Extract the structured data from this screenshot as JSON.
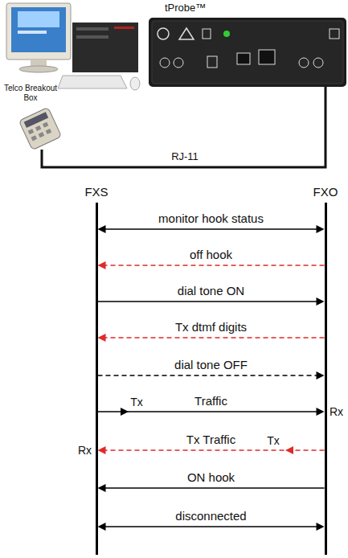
{
  "diagram": {
    "nodes": [
      {
        "text": [
          "FXS"
        ]
      },
      {
        "text": [
          "FXO"
        ]
      }
    ],
    "edges": [
      {
        "from": 0,
        "to": 1,
        "arrow": "both",
        "label": "monitor hook status"
      },
      {
        "from": 1,
        "to": 0,
        "arrow": "to",
        "label": "off hook"
      },
      {
        "from": 0,
        "to": 1,
        "arrow": "to",
        "label": "dial tone ON"
      },
      {
        "from": 1,
        "to": 0,
        "arrow": "to",
        "label": "Tx dtmf digits"
      },
      {
        "from": 0,
        "to": 1,
        "arrow": "to",
        "label": "dial tone OFF"
      },
      {
        "from": 0,
        "to": 1,
        "arrow": "to",
        "label": "Traffic"
      },
      {
        "from": 1,
        "to": 0,
        "arrow": "to",
        "label": "Tx Traffic"
      },
      {
        "from": 1,
        "to": 0,
        "arrow": "to",
        "label": "ON hook"
      },
      {
        "from": 0,
        "to": 1,
        "arrow": "both",
        "label": "disconnected"
      }
    ],
    "labels": [
      "tProbe™",
      "Telco Breakout Box",
      "RJ-11",
      "Tx",
      "Rx",
      "Rx",
      "Tx"
    ]
  }
}
